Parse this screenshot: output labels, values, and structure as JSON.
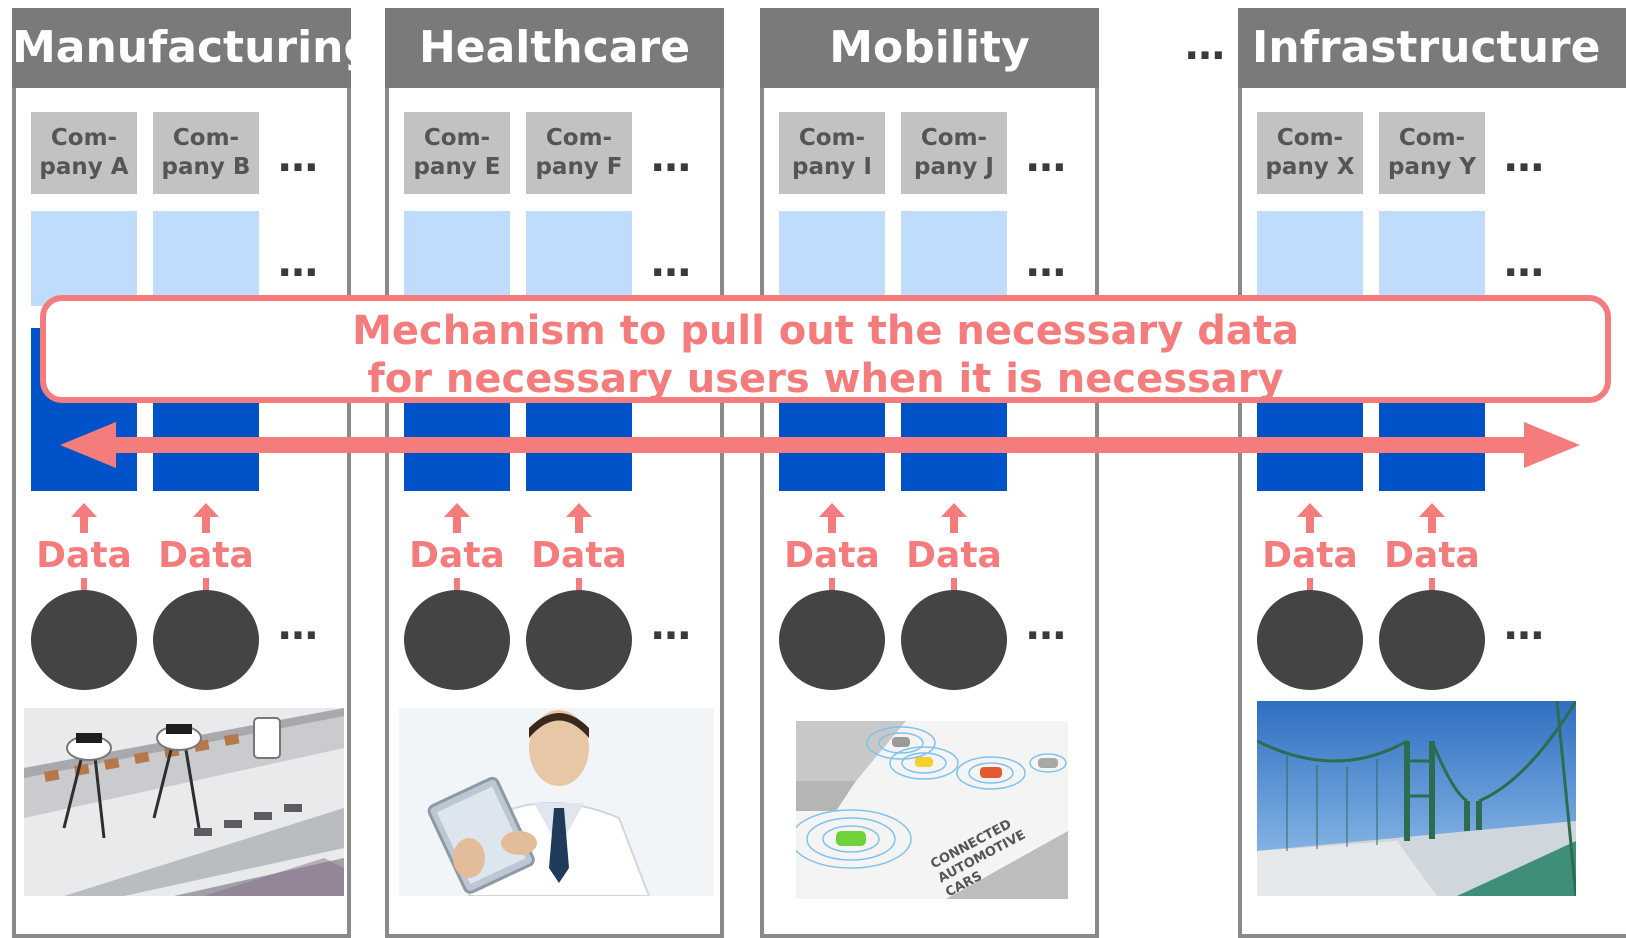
{
  "sectors": [
    {
      "title": "Manufacturing",
      "companies": [
        {
          "line1": "Com-",
          "line2": "pany A"
        },
        {
          "line1": "Com-",
          "line2": "pany B"
        }
      ],
      "photo": "factory-robot-arms"
    },
    {
      "title": "Healthcare",
      "companies": [
        {
          "line1": "Com-",
          "line2": "pany E"
        },
        {
          "line1": "Com-",
          "line2": "pany F"
        }
      ],
      "photo": "doctor-with-tablet"
    },
    {
      "title": "Mobility",
      "companies": [
        {
          "line1": "Com-",
          "line2": "pany I"
        },
        {
          "line1": "Com-",
          "line2": "pany J"
        }
      ],
      "photo": "connected-cars"
    },
    {
      "title": "Infrastructure",
      "companies": [
        {
          "line1": "Com-",
          "line2": "pany X"
        },
        {
          "line1": "Com-",
          "line2": "pany Y"
        }
      ],
      "photo": "suspension-bridge"
    }
  ],
  "ellipsis": "…",
  "data_label": "Data",
  "mechanism": {
    "line1": "Mechanism to pull out the necessary data",
    "line2": "for necessary users when it is necessary"
  },
  "connected_cars_caption": {
    "line1": "CONNECTED",
    "line2": "AUTOMOTIVE",
    "line3": "CARS"
  },
  "colors": {
    "header_gray": "#7a7a7a",
    "company_gray": "#c2c2c2",
    "light_blue": "#c0dcfc",
    "dark_blue": "#0052c8",
    "accent_pink": "#f57c7c",
    "circle_dark": "#444444"
  }
}
